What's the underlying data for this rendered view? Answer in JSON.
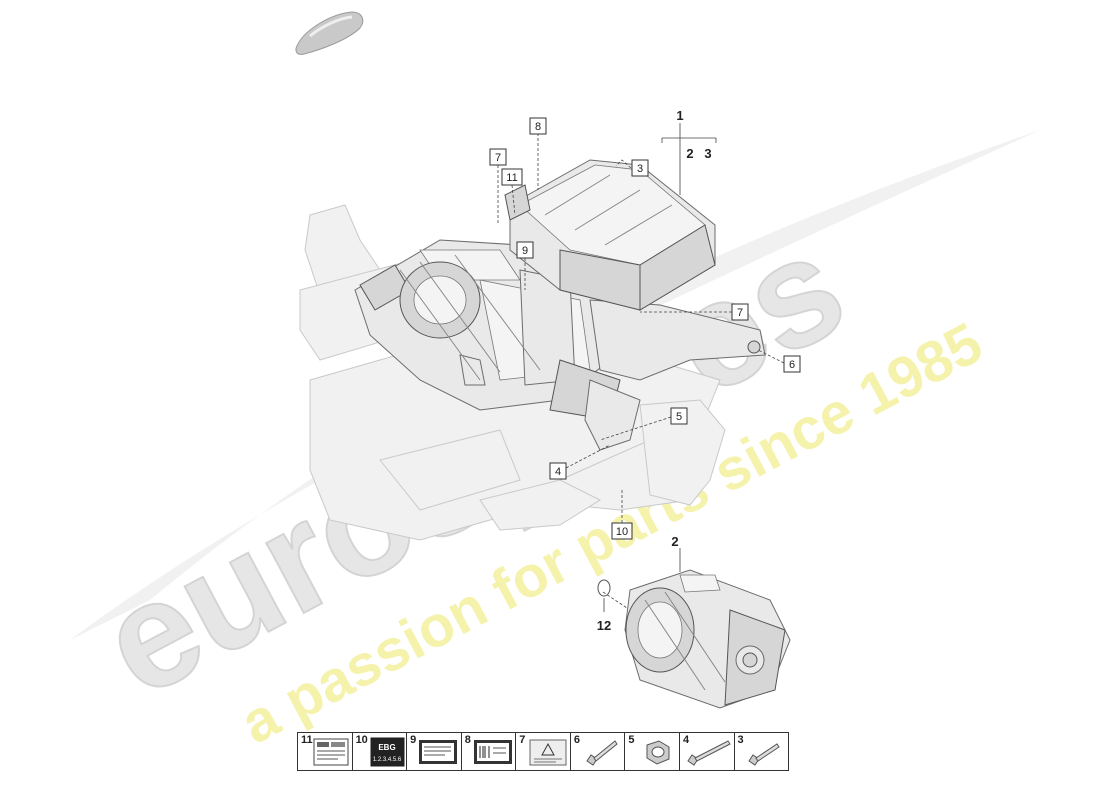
{
  "watermark": {
    "brand": "eurospares",
    "tagline": "a passion for parts since 1985"
  },
  "callouts": {
    "c1": "1",
    "c2_3": "2   3",
    "c3": "3",
    "c4": "4",
    "c5": "5",
    "c6": "6",
    "c7a": "7",
    "c7b": "7",
    "c8": "8",
    "c9": "9",
    "c10": "10",
    "c11": "11",
    "c2_detail": "2",
    "c12": "12"
  },
  "label_text": {
    "ebg_line1": "EBG",
    "ebg_line2": "1.2.3.4.5.6"
  },
  "legend": [
    {
      "num": "11",
      "icon": "label-sticker-icon"
    },
    {
      "num": "10",
      "icon": "ebg-label-icon"
    },
    {
      "num": "9",
      "icon": "data-plate-icon"
    },
    {
      "num": "8",
      "icon": "barcode-label-icon"
    },
    {
      "num": "7",
      "icon": "warning-label-icon"
    },
    {
      "num": "6",
      "icon": "bolt-icon"
    },
    {
      "num": "5",
      "icon": "nut-icon"
    },
    {
      "num": "4",
      "icon": "long-bolt-icon"
    },
    {
      "num": "3",
      "icon": "short-bolt-icon"
    }
  ],
  "colors": {
    "watermark_yellow": "#f3f08a",
    "watermark_grey": "#dedede",
    "line": "#333333"
  }
}
